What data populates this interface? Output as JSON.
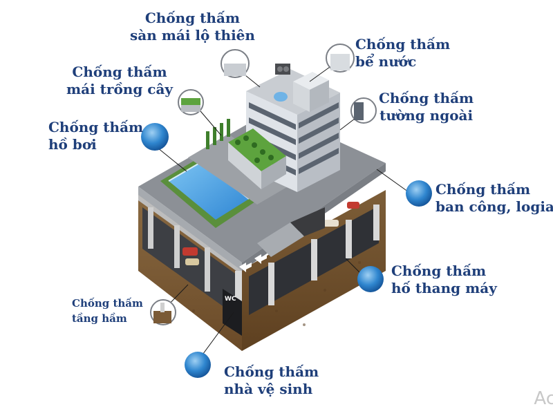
{
  "labels": {
    "roof_deck": {
      "l1": "Chống thấm",
      "l2": "sàn mái lộ thiên"
    },
    "water_tank": {
      "l1": "Chống thấm",
      "l2": "bể nước"
    },
    "roof_garden": {
      "l1": "Chống thấm",
      "l2": "mái trồng cây"
    },
    "exterior_wall": {
      "l1": "Chống thấm",
      "l2": "tường ngoài"
    },
    "pool": {
      "l1": "Chống thấm",
      "l2": "hồ bơi"
    },
    "balcony": {
      "l1": "Chống thấm",
      "l2": "ban công, logia"
    },
    "elevator_pit": {
      "l1": "Chống thấm",
      "l2": "hố thang máy"
    },
    "basement": {
      "l1": "Chống thấm",
      "l2": "tầng hầm"
    },
    "bathroom": {
      "l1": "Chống thấm",
      "l2": "nhà vệ sinh"
    }
  },
  "wc_sign": "WC",
  "watermark": "Ac",
  "colors": {
    "label_text": "#1f3f7a",
    "water": "#3c8fd8",
    "soil": "#7a5a36",
    "slab": "#8c9096",
    "grass": "#5da33e"
  }
}
